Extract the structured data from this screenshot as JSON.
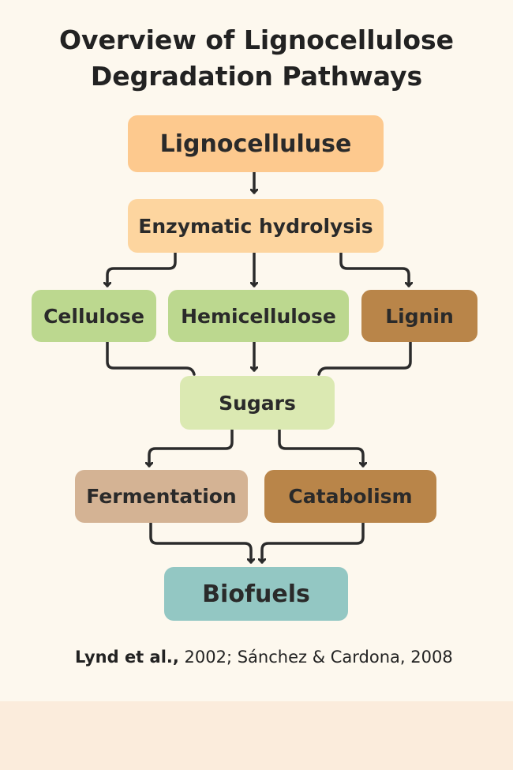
{
  "title": {
    "line1": "Overview of Lignocellulose",
    "line2": "Degradation Pathways"
  },
  "nodes": {
    "lignocelluluse": "Lignocelluluse",
    "enzymatic_hydrolysis": "Enzymatic hydrolysis",
    "cellulose": "Cellulose",
    "hemicellulose": "Hemicellulose",
    "lignin": "Lignin",
    "sugars": "Sugars",
    "fermentation": "Fermentation",
    "catabolism": "Catabolism",
    "biofuels": "Biofuels"
  },
  "citation": {
    "lead": "Lynd et al.,",
    "rest": " 2002; Sánchez & Cardona, 2008"
  },
  "colors": {
    "orange": "#fdc98e",
    "light_orange": "#fdd59f",
    "green": "#bcd88f",
    "brown": "#b98549",
    "light_green": "#dbe9b2",
    "tan": "#d4b394",
    "teal": "#93c7c3",
    "arrow": "#2b2b2b"
  }
}
